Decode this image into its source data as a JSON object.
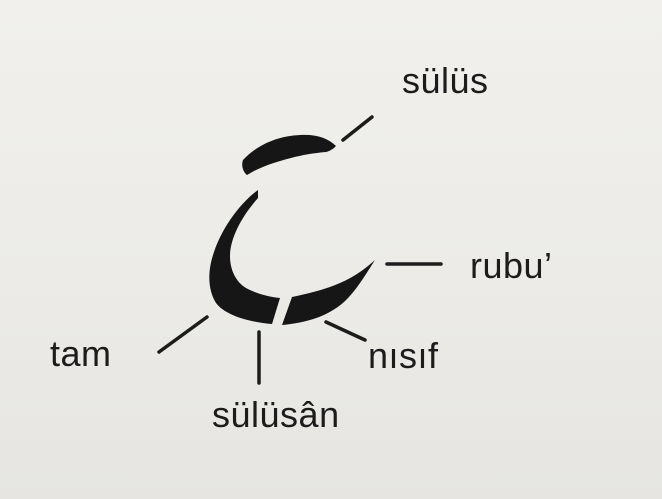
{
  "glyph": "ح",
  "labels": {
    "sulus": "sülüs",
    "rubu": "rubu’",
    "nisif": "nısıf",
    "tam": "tam",
    "sulusan": "sülüsân"
  }
}
